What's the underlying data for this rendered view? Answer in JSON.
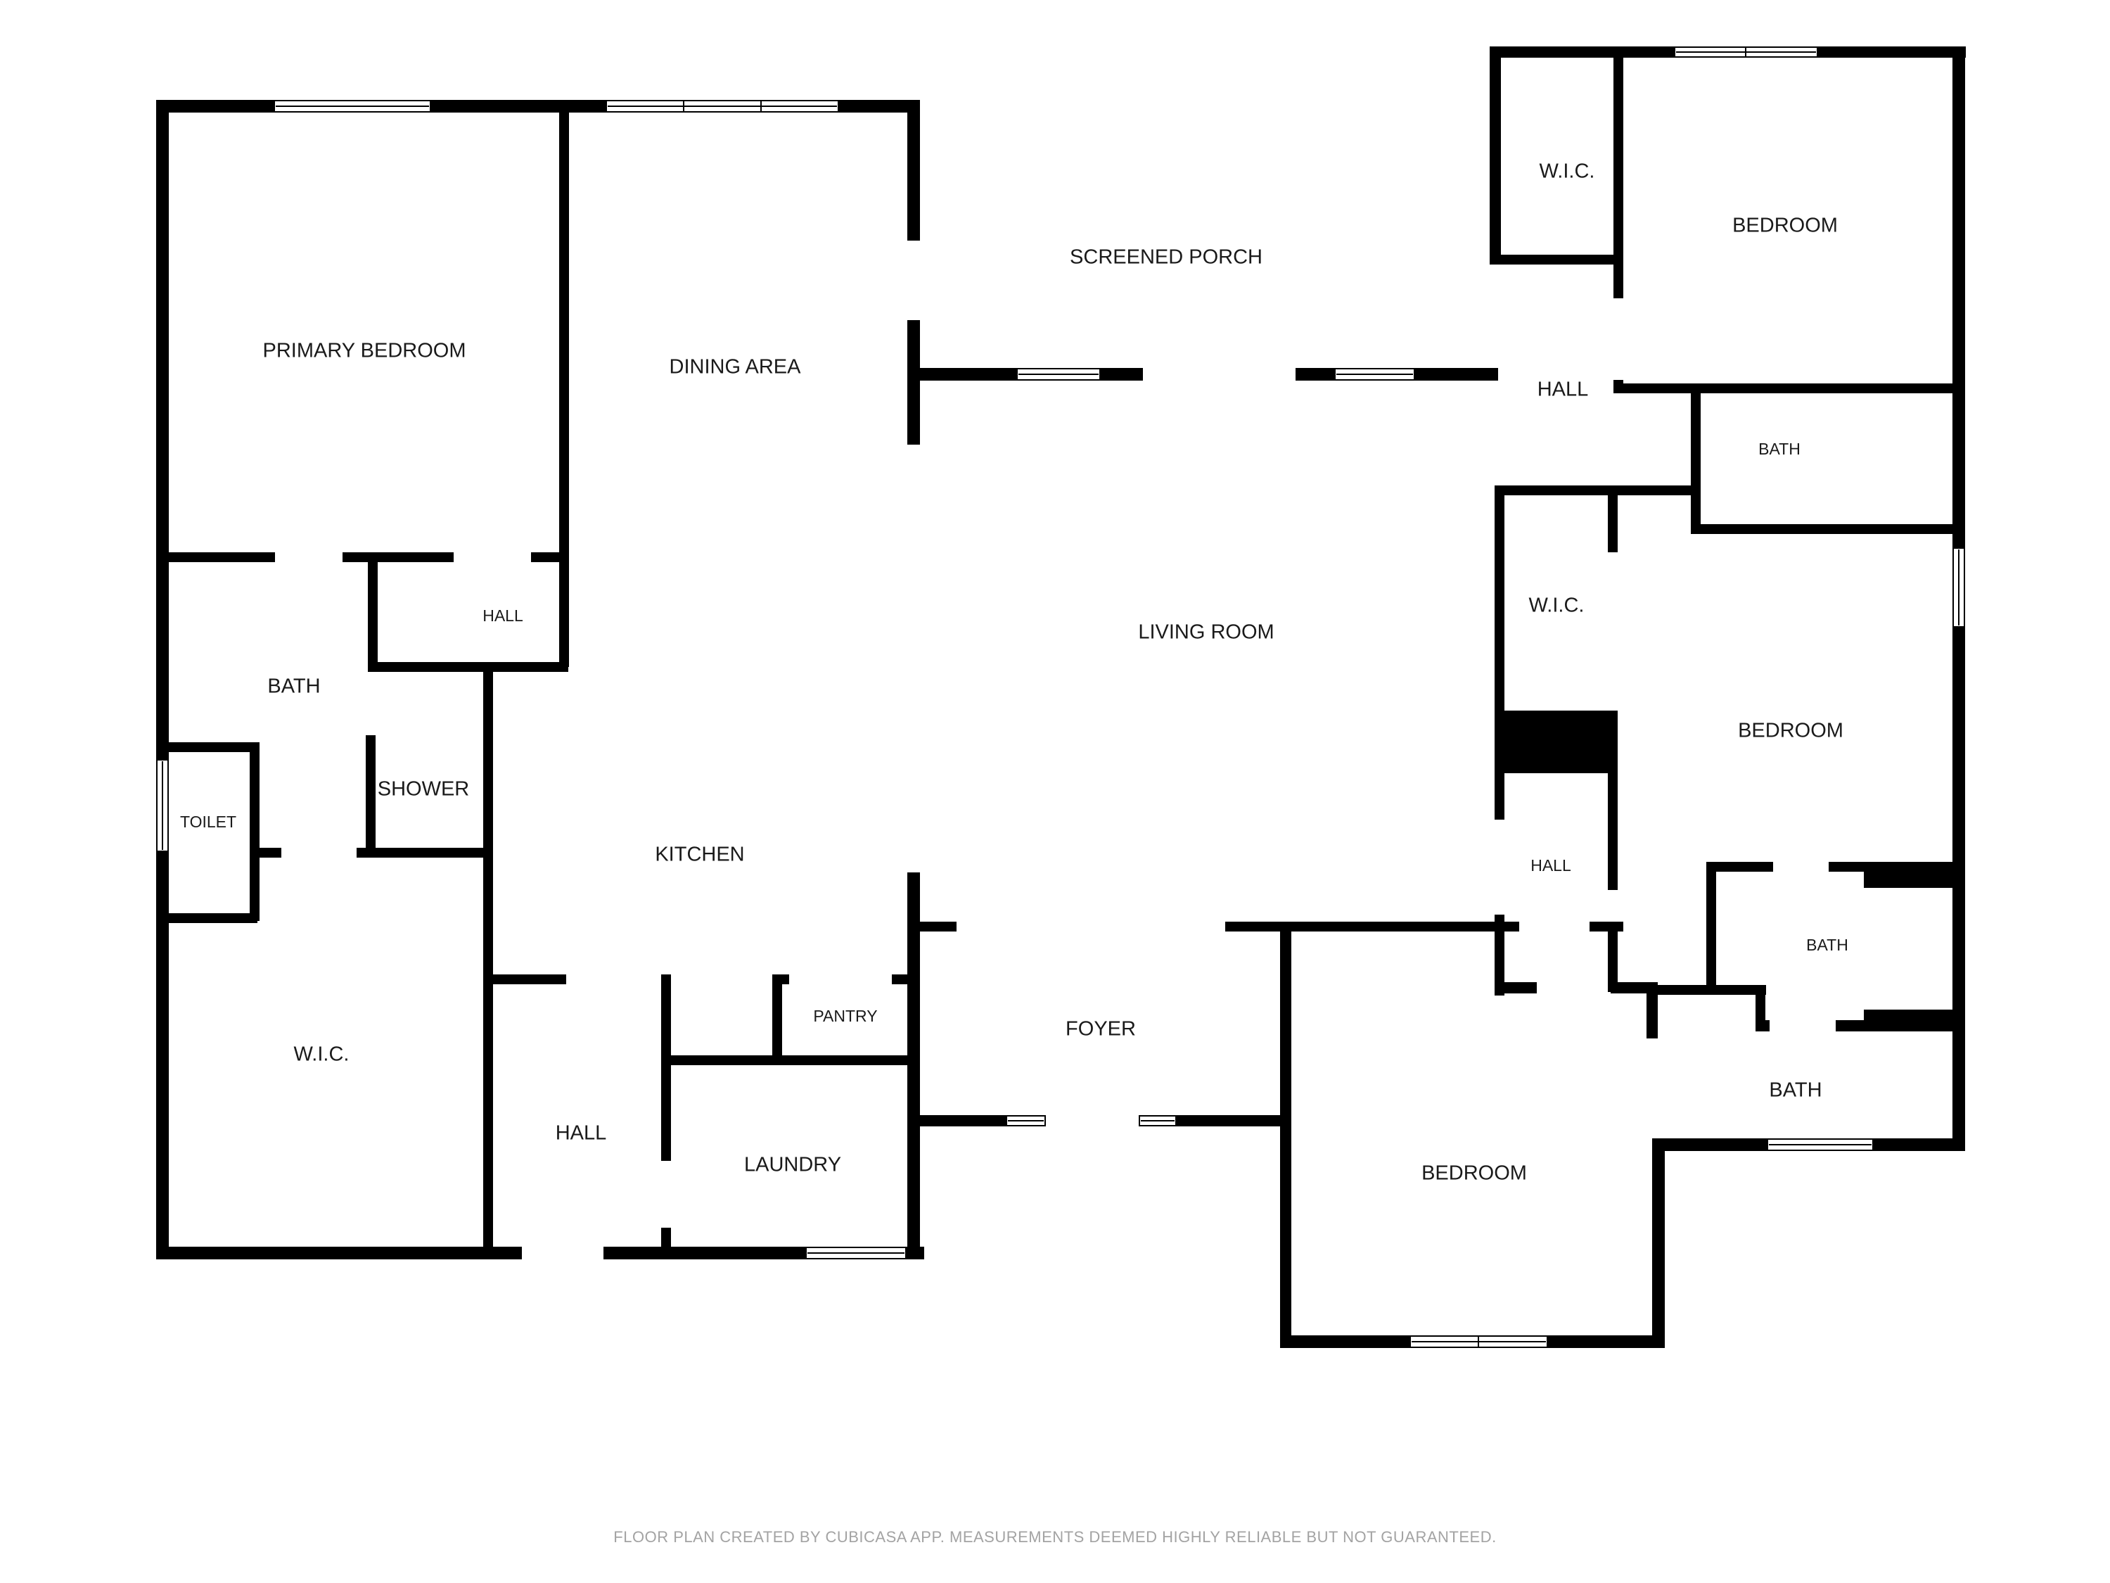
{
  "rooms": {
    "primary_bedroom": "PRIMARY BEDROOM",
    "dining_area": "DINING AREA",
    "screened_porch": "SCREENED PORCH",
    "wic_top": "W.I.C.",
    "bedroom_top": "BEDROOM",
    "hall_top_right": "HALL",
    "bath_top_right": "BATH",
    "hall_small": "HALL",
    "living_room": "LIVING ROOM",
    "wic_mid": "W.I.C.",
    "bath_left": "BATH",
    "bedroom_mid": "BEDROOM",
    "shower": "SHOWER",
    "toilet": "TOILET",
    "kitchen": "KITCHEN",
    "hall_mid_right": "HALL",
    "bath_mid_right": "BATH",
    "pantry": "PANTRY",
    "wic_left": "W.I.C.",
    "foyer": "FOYER",
    "bath_low_right": "BATH",
    "hall_bottom": "HALL",
    "laundry": "LAUNDRY",
    "bedroom_bottom": "BEDROOM"
  },
  "footer": "FLOOR PLAN CREATED BY CUBICASA APP. MEASUREMENTS DEEMED HIGHLY RELIABLE BUT NOT GUARANTEED."
}
